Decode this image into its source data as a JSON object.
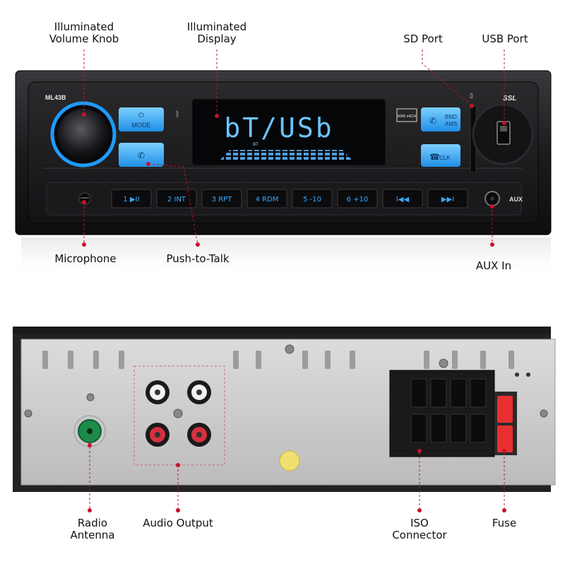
{
  "callouts": {
    "volume_knob": [
      "Illuminated",
      "Volume Knob"
    ],
    "display": [
      "Illuminated",
      "Display"
    ],
    "sd_port": "SD Port",
    "usb_port": "USB Port",
    "microphone": "Microphone",
    "push_to_talk": "Push-to-Talk",
    "aux_in": "AUX In",
    "radio_antenna": [
      "Radio",
      "Antenna"
    ],
    "audio_output": "Audio Output",
    "iso_connector": [
      "ISO",
      "Connector"
    ],
    "fuse": "Fuse"
  },
  "front_panel": {
    "model": "ML43B",
    "brand": "SSL",
    "power_rating": "50W x4CH",
    "display_text": "bT/USb",
    "display_indicator": "BT",
    "mode_button": "MODE",
    "bnd_button": [
      "BND",
      "AMS"
    ],
    "clk_button": "CLK",
    "aux_label": "AUX",
    "preset_buttons": [
      "1 ▶II",
      "2 INT",
      "3 RPT",
      "4 RDM",
      "5 -10",
      "6 +10",
      "I◀◀",
      "▶▶I"
    ]
  },
  "colors": {
    "accent_blue": "#3aa8ff",
    "pointer_red": "#c8102e",
    "chassis_black": "#1a1a1c"
  }
}
